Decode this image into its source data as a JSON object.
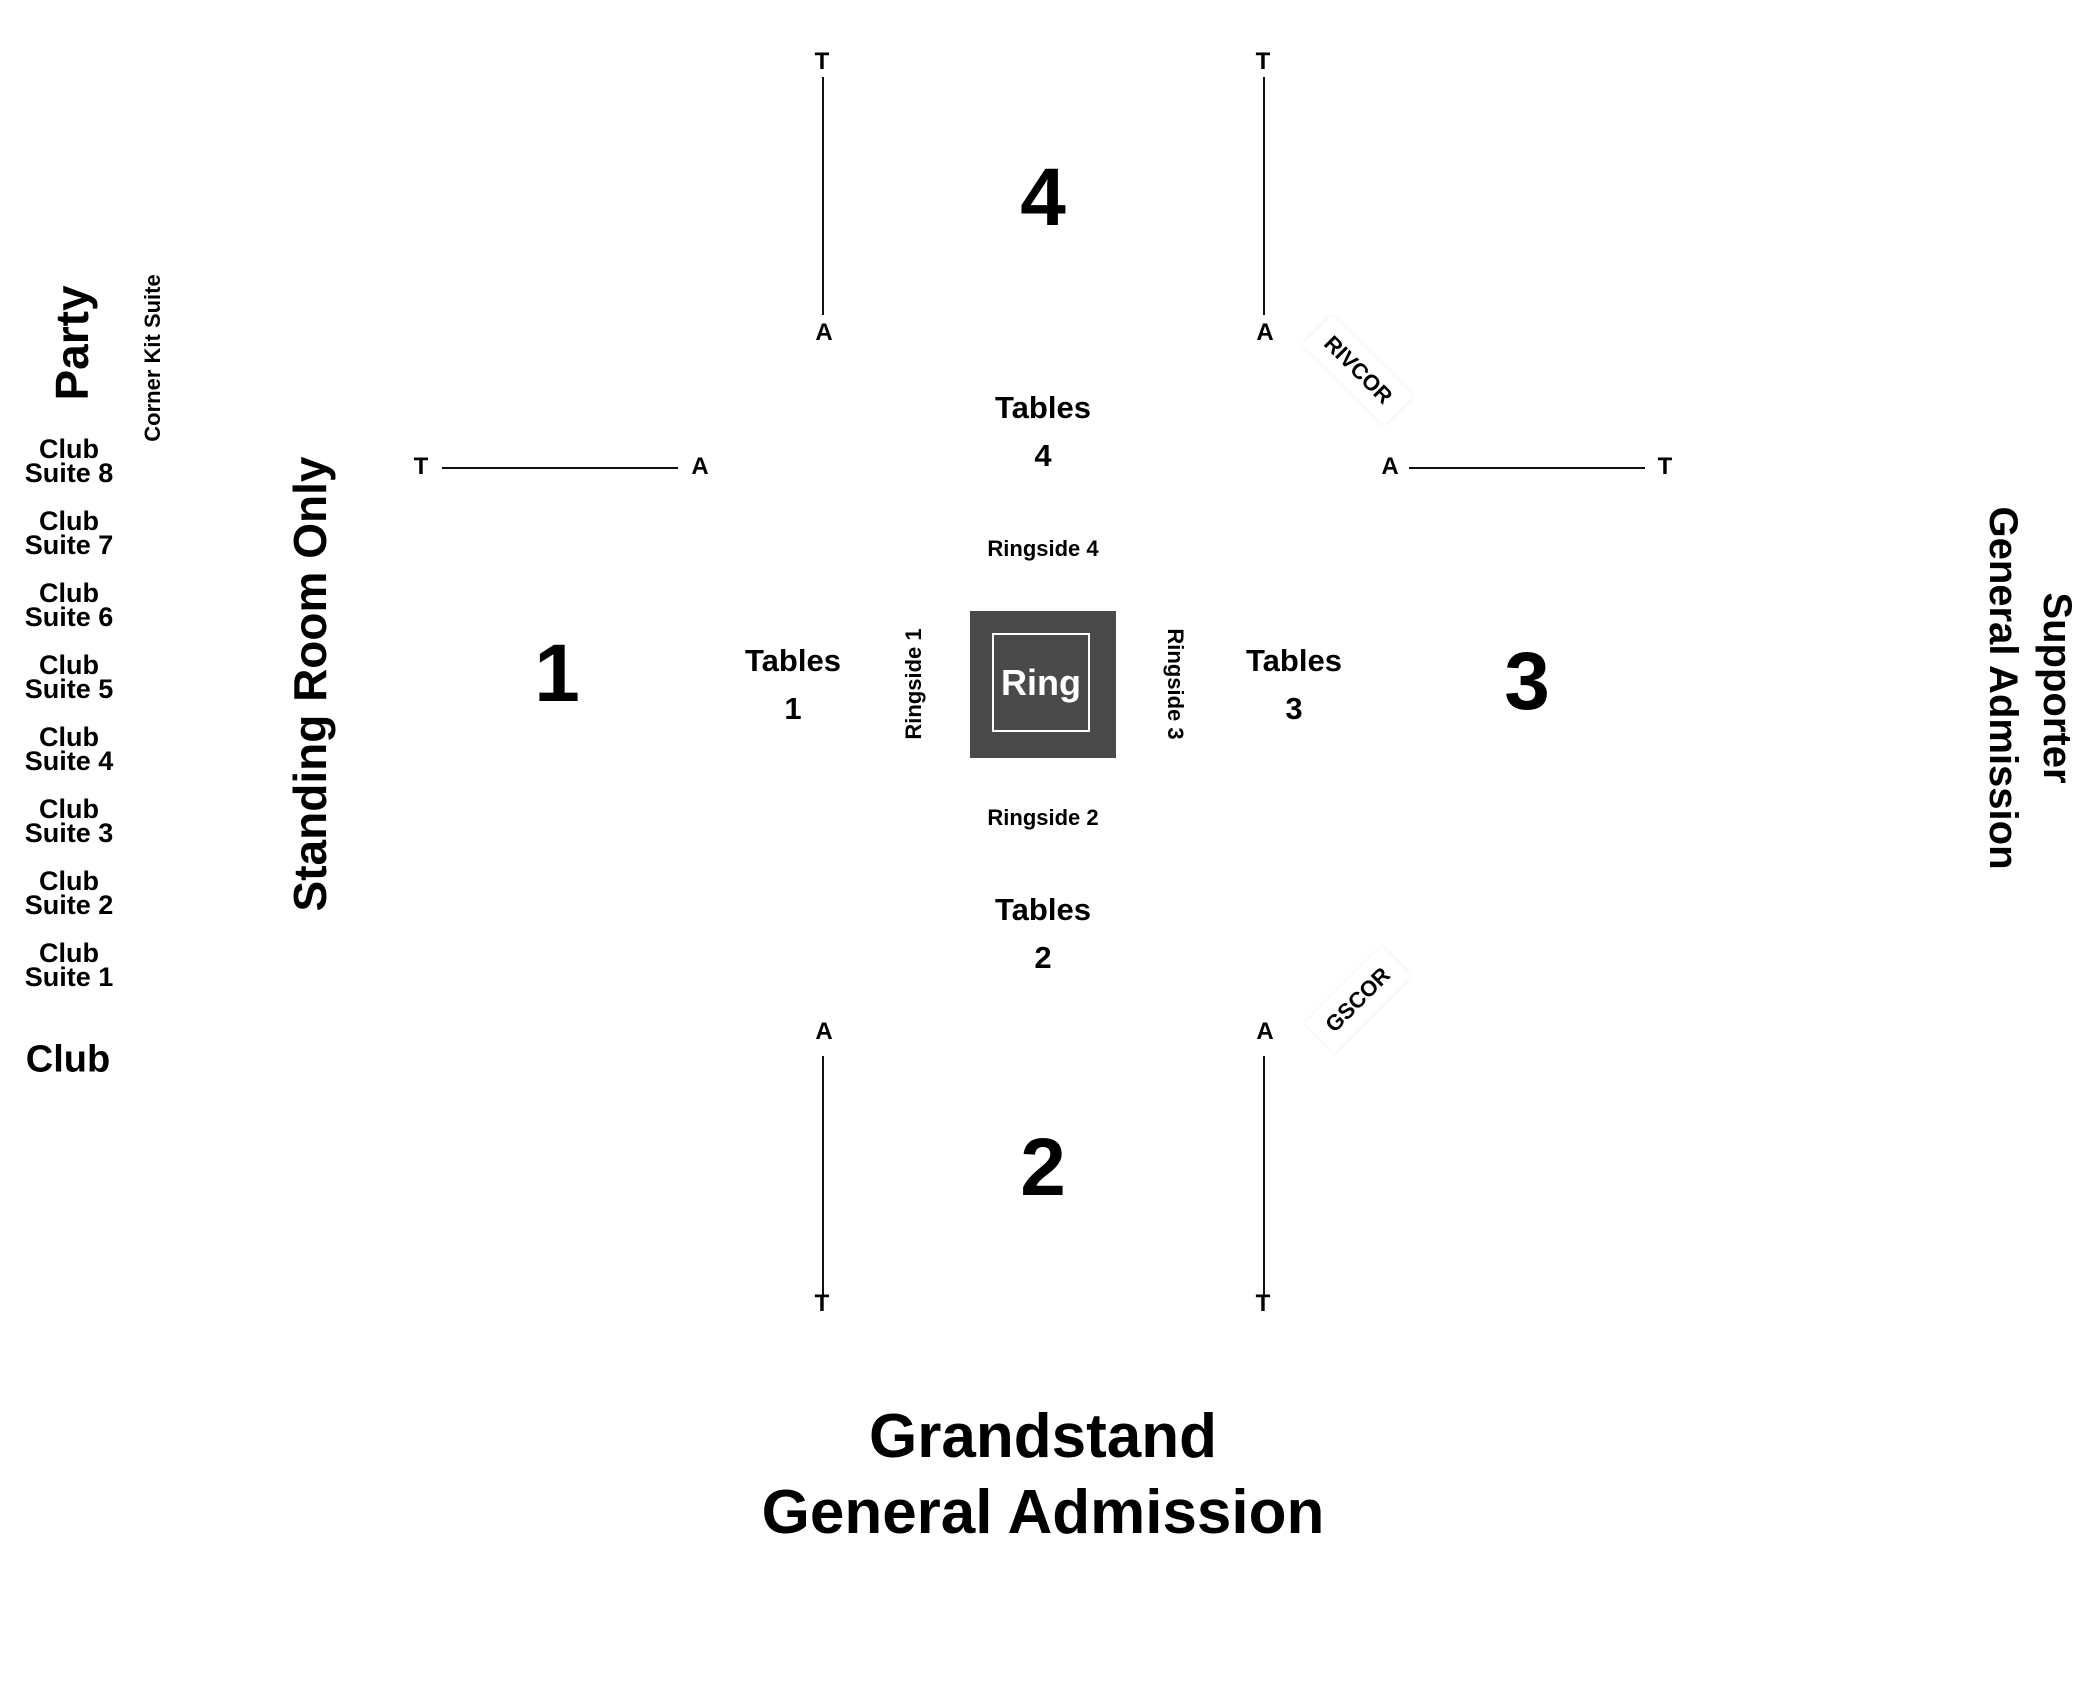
{
  "sections": {
    "s1": "1",
    "s2": "2",
    "s3": "3",
    "s4": "4"
  },
  "tables": {
    "t1": {
      "label": "Tables",
      "num": "1"
    },
    "t2": {
      "label": "Tables",
      "num": "2"
    },
    "t3": {
      "label": "Tables",
      "num": "3"
    },
    "t4": {
      "label": "Tables",
      "num": "4"
    }
  },
  "ringside": {
    "r1": "Ringside 1",
    "r2": "Ringside 2",
    "r3": "Ringside 3",
    "r4": "Ringside 4"
  },
  "ring": "Ring",
  "markers": {
    "t": "T",
    "a": "A"
  },
  "corners": {
    "rivcor": "RIVCOR",
    "gscor": "GSCOR"
  },
  "areas": {
    "standing": "Standing Room Only",
    "supporter_line1": "Supporter",
    "supporter_line2": "General Admission",
    "grandstand_line1": "Grandstand",
    "grandstand_line2": "General Admission",
    "party": "Party",
    "corner_kit": "Corner Kit Suite",
    "club": "Club"
  },
  "club_suites": [
    {
      "line1": "Club",
      "line2": "Suite 8"
    },
    {
      "line1": "Club",
      "line2": "Suite 7"
    },
    {
      "line1": "Club",
      "line2": "Suite 6"
    },
    {
      "line1": "Club",
      "line2": "Suite 5"
    },
    {
      "line1": "Club",
      "line2": "Suite 4"
    },
    {
      "line1": "Club",
      "line2": "Suite 3"
    },
    {
      "line1": "Club",
      "line2": "Suite 2"
    },
    {
      "line1": "Club",
      "line2": "Suite 1"
    }
  ],
  "colors": {
    "ring_fill": "#4a4a4a",
    "ring_text": "#ffffff",
    "line": "#111111"
  }
}
